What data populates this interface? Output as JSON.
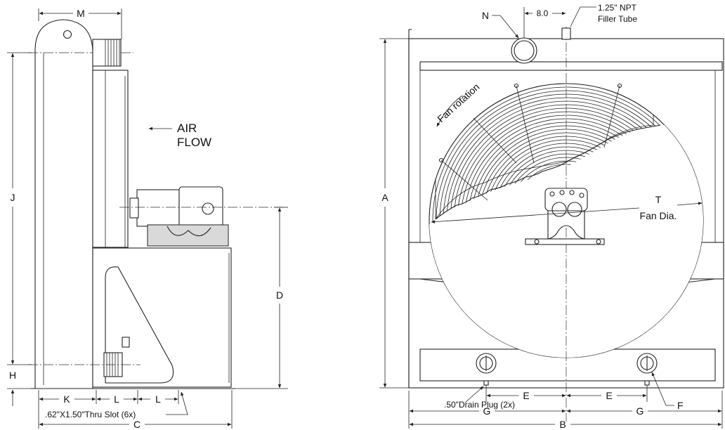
{
  "side_view": {
    "dim_M": "M",
    "dim_J": "J",
    "dim_H": "H",
    "dim_D": "D",
    "dim_K": "K",
    "dim_L1": "L",
    "dim_L2": "L",
    "dim_C": "C",
    "air_flow_line1": "AIR",
    "air_flow_line2": "FLOW",
    "slot_note": ".62\"X1.50\"Thru Slot (6x)"
  },
  "front_view": {
    "dim_N": "N",
    "dim_8": "8.0",
    "filler_line1": "1.25\" NPT",
    "filler_line2": "Filler Tube",
    "fan_rotation": "Fan rotation",
    "dim_A": "A",
    "dim_T": "T",
    "fan_dia": "Fan Dia.",
    "dim_E1": "E",
    "dim_E2": "E",
    "drain_note": ".50\"Drain Plug (2x)",
    "dim_G1": "G",
    "dim_G2": "G",
    "dim_F": "F",
    "dim_B": "B"
  }
}
